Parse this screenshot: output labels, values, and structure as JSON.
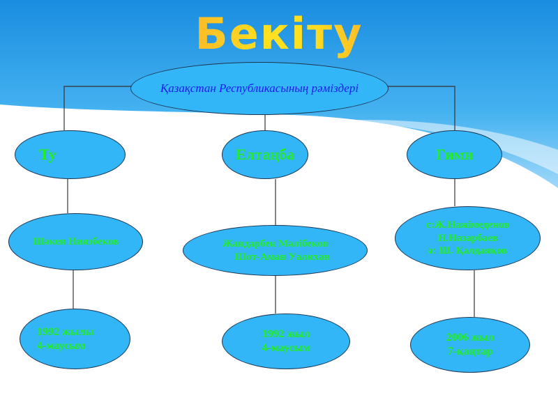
{
  "title": "Бекіту",
  "root": "Қазақстан Республикасының рәміздері",
  "branches": [
    {
      "name": "Ту",
      "authors": [
        "Шәкен Ниязбеков"
      ],
      "date": [
        "1992 жылы",
        "4-маусым"
      ]
    },
    {
      "name": "Елтаңба",
      "authors": [
        "Жандарбек Мәлібеков",
        "Шот-Аман Уалихан"
      ],
      "date": [
        "1992 жыл",
        "4-маусым"
      ]
    },
    {
      "name": "Гимн",
      "authors": [
        "с:Ж.Нажімеденов",
        "Н.Назарбаев",
        "ә: Ш. Қалдаяқов"
      ],
      "date": [
        "2006 жыл",
        "7-қаңтар"
      ]
    }
  ],
  "colors": {
    "ellipse": "#33b6f8",
    "text": "#22ee22",
    "root_text": "#1a1aee"
  }
}
